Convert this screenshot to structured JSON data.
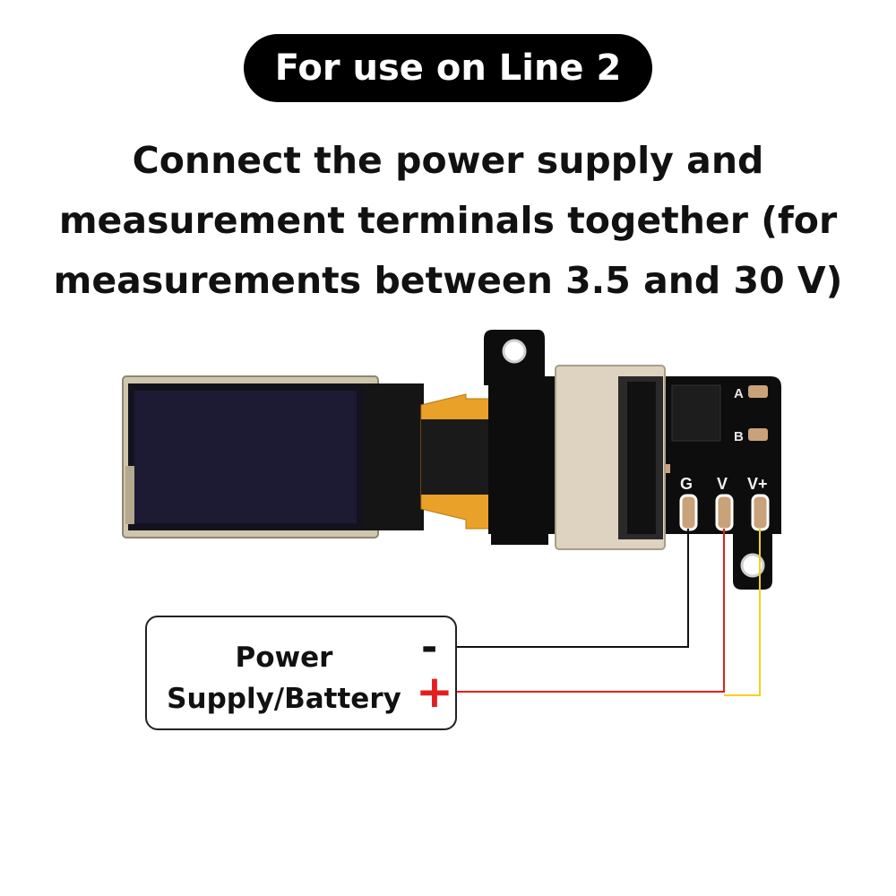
{
  "badge": {
    "text": "For use on Line 2"
  },
  "headline": {
    "line1": "Connect the power supply and",
    "line2": "measurement terminals together (for",
    "line3": "measurements between 3.5 and 30 V)"
  },
  "board": {
    "pad_labels": {
      "g": "G",
      "v": "V",
      "vplus": "V+"
    },
    "silk_labels": {
      "a": "A",
      "b": "B"
    }
  },
  "power_supply": {
    "label_line1": "Power",
    "label_line2": "Supply/Battery",
    "minus": "-",
    "plus": "+"
  },
  "colors": {
    "wire_ground": "#111111",
    "wire_positive": "#e41e1e",
    "wire_sense": "#f2d21b",
    "pcb": "#0d0d0d",
    "flex_cable": "#e9a12a",
    "connector": "#ddd3c0"
  }
}
